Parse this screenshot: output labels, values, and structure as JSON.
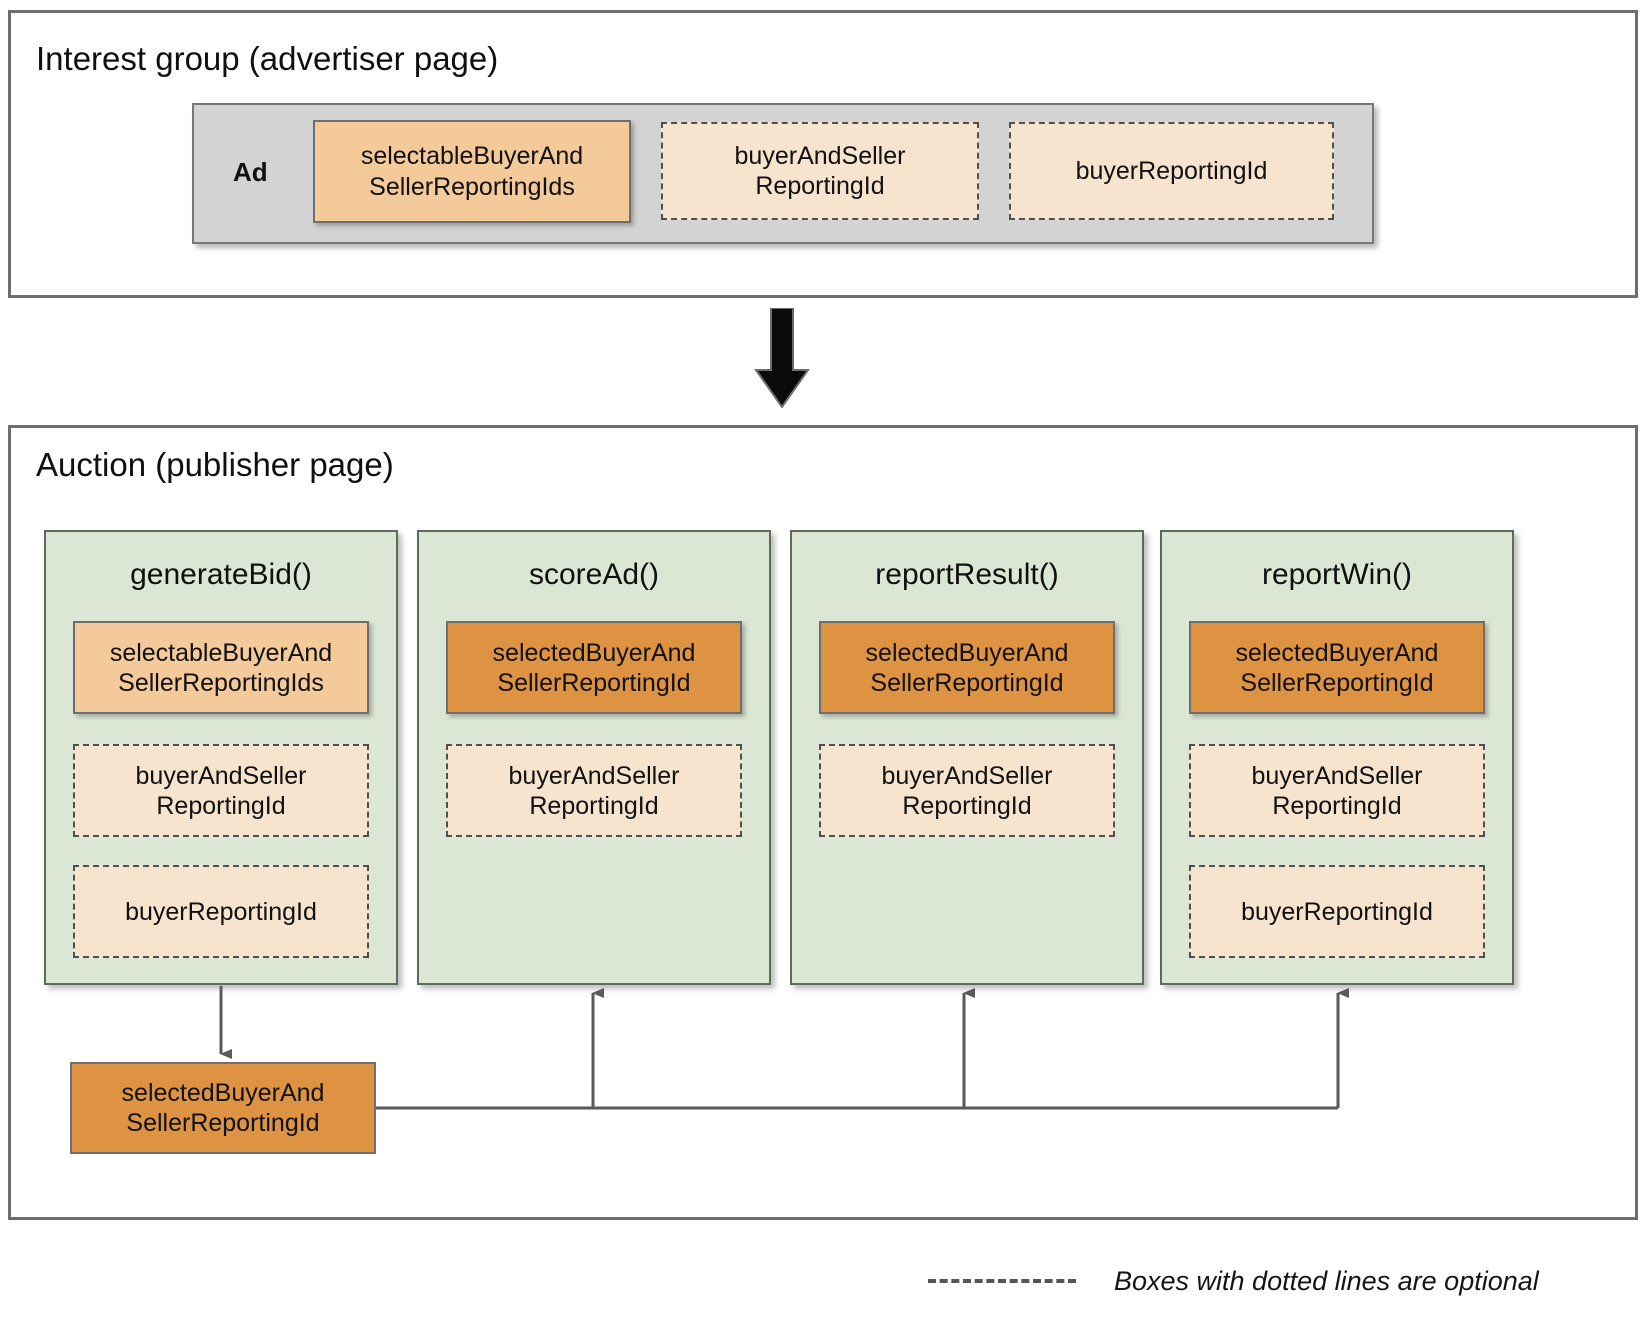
{
  "diagram": {
    "colors": {
      "frame_border": "#6e6e6e",
      "ad_container": "#d3d3d3",
      "chip_light_orange": "#f4ca9a",
      "chip_dark_orange": "#de9343",
      "chip_peach_optional": "#f7e4ce",
      "function_column_green": "#dce6d4",
      "connector_line": "#5a5a5a",
      "page_background": "#ffffff"
    }
  },
  "interest_group": {
    "title": "Interest group (advertiser page)",
    "ad_label": "Ad",
    "chips": [
      {
        "label": "selectableBuyerAnd\nSellerReportingIds",
        "style": "solid-light",
        "optional": false
      },
      {
        "label": "buyerAndSeller\nReportingId",
        "style": "dashed",
        "optional": true
      },
      {
        "label": "buyerReportingId",
        "style": "dashed",
        "optional": true
      }
    ]
  },
  "flow_arrow": {
    "direction": "down",
    "icon": "down-arrow-icon"
  },
  "auction": {
    "title": "Auction (publisher page)",
    "columns": [
      {
        "name": "generateBid()",
        "chips": [
          {
            "label": "selectableBuyerAnd\nSellerReportingIds",
            "style": "solid-light",
            "optional": false
          },
          {
            "label": "buyerAndSeller\nReportingId",
            "style": "dashed",
            "optional": true
          },
          {
            "label": "buyerReportingId",
            "style": "dashed",
            "optional": true
          }
        ]
      },
      {
        "name": "scoreAd()",
        "chips": [
          {
            "label": "selectedBuyerAnd\nSellerReportingId",
            "style": "solid-dark",
            "optional": false
          },
          {
            "label": "buyerAndSeller\nReportingId",
            "style": "dashed",
            "optional": true
          }
        ]
      },
      {
        "name": "reportResult()",
        "chips": [
          {
            "label": "selectedBuyerAnd\nSellerReportingId",
            "style": "solid-dark",
            "optional": false
          },
          {
            "label": "buyerAndSeller\nReportingId",
            "style": "dashed",
            "optional": true
          }
        ]
      },
      {
        "name": "reportWin()",
        "chips": [
          {
            "label": "selectedBuyerAnd\nSellerReportingId",
            "style": "solid-dark",
            "optional": false
          },
          {
            "label": "buyerAndSeller\nReportingId",
            "style": "dashed",
            "optional": true
          },
          {
            "label": "buyerReportingId",
            "style": "dashed",
            "optional": true
          }
        ]
      }
    ],
    "output_box": {
      "label": "selectedBuyerAnd\nSellerReportingId",
      "style": "solid-dark"
    },
    "connections": [
      {
        "from": "generateBid()",
        "to": "selectedBuyerAndSellerReportingId",
        "direction": "down"
      },
      {
        "from": "selectedBuyerAndSellerReportingId",
        "to": "scoreAd()",
        "direction": "up"
      },
      {
        "from": "selectedBuyerAndSellerReportingId",
        "to": "reportResult()",
        "direction": "up"
      },
      {
        "from": "selectedBuyerAndSellerReportingId",
        "to": "reportWin()",
        "direction": "up"
      }
    ]
  },
  "legend": {
    "text": "Boxes with dotted lines are optional",
    "line_style": "dashed"
  }
}
